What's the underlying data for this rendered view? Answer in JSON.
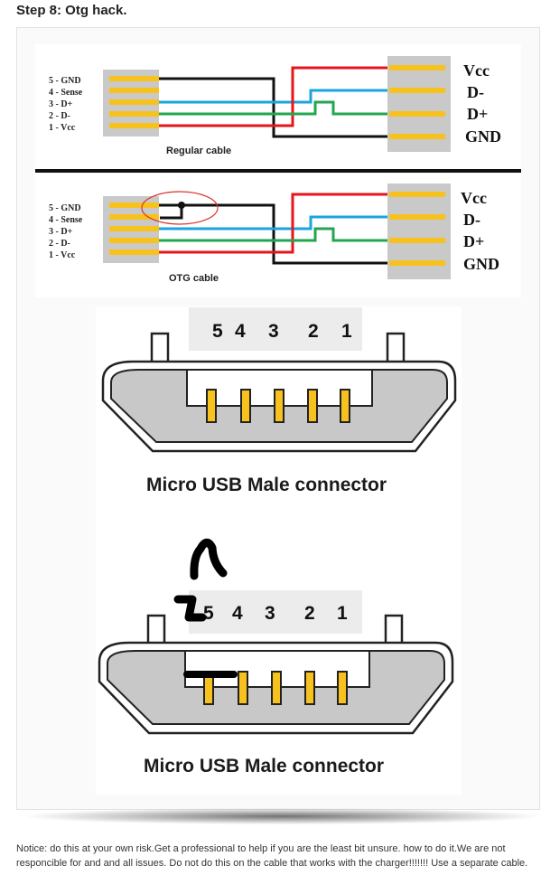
{
  "step": {
    "title": "Step 8: Otg hack."
  },
  "cable_diagram": {
    "pin_labels": [
      "5 - GND",
      "4 - Sense",
      "3 - D+",
      "2 - D-",
      "1 - Vcc"
    ],
    "signal_labels": [
      "Vcc",
      "D-",
      "D+",
      "GND"
    ],
    "regular_caption": "Regular cable",
    "otg_caption": "OTG cable",
    "wire_colors": {
      "red": "#e8141c",
      "blue": "#1aa4e0",
      "green": "#22a650",
      "black": "#111111",
      "contact": "#f7c21d"
    }
  },
  "connectors": {
    "pin_numbers": [
      "5",
      "4",
      "3",
      "2",
      "1"
    ],
    "caption": "Micro USB Male connector"
  },
  "notice": {
    "text": "Notice: do this at your own risk.Get a professional to help if you are the least bit unsure. how to do it.We are not responcible for and and all issues.  Do not do this on the cable that works with the charger!!!!!!!   Use a separate cable."
  }
}
